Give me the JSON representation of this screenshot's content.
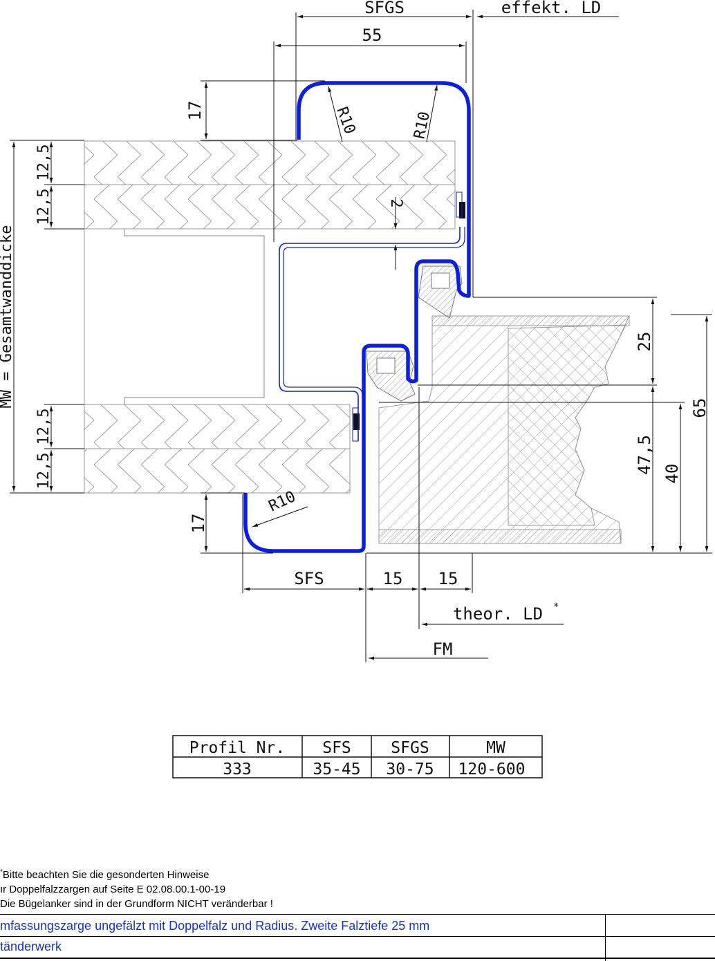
{
  "dimensions": {
    "sfgs": "SFGS",
    "effekt_ld": "effekt. LD",
    "d55": "55",
    "d17_top": "17",
    "r10_left": "R10",
    "r10_right": "R10",
    "d12_5_a": "12,5",
    "d12_5_b": "12,5",
    "d12_5_c": "12,5",
    "d12_5_d": "12,5",
    "mw_label": "MW = Gesamtwanddicke",
    "d2": "2",
    "d25": "25",
    "d65": "65",
    "d47_5": "47,5",
    "d40": "40",
    "r10_bottom": "R10",
    "d17_bottom": "17",
    "sfs": "SFS",
    "d15_a": "15",
    "d15_b": "15",
    "theor_ld": "theor. LD",
    "theor_ld_mark": "*",
    "fm": "FM"
  },
  "profile_table": {
    "headers": [
      "Profil Nr.",
      "SFS",
      "SFGS",
      "MW"
    ],
    "row": [
      "333",
      "35-45",
      "30-75",
      "120-600"
    ]
  },
  "notes": {
    "asterisk": "*",
    "line1": "Bitte beachten Sie die gesonderten Hinweise",
    "line2": "ır Doppelfalzzargen auf Seite E 02.08.00.1-00-19",
    "line3": "Die Bügelanker sind in der Grundform NICHT veränderbar !"
  },
  "title_block": {
    "line1": "mfassungszarge ungefälzt mit Doppelfalz und Radius. Zweite Falztiefe 25 mm",
    "line2": "tänderwerk"
  },
  "colors": {
    "profile": "#0a1ee6",
    "title_text": "#1530d6",
    "lines": "#000000"
  }
}
